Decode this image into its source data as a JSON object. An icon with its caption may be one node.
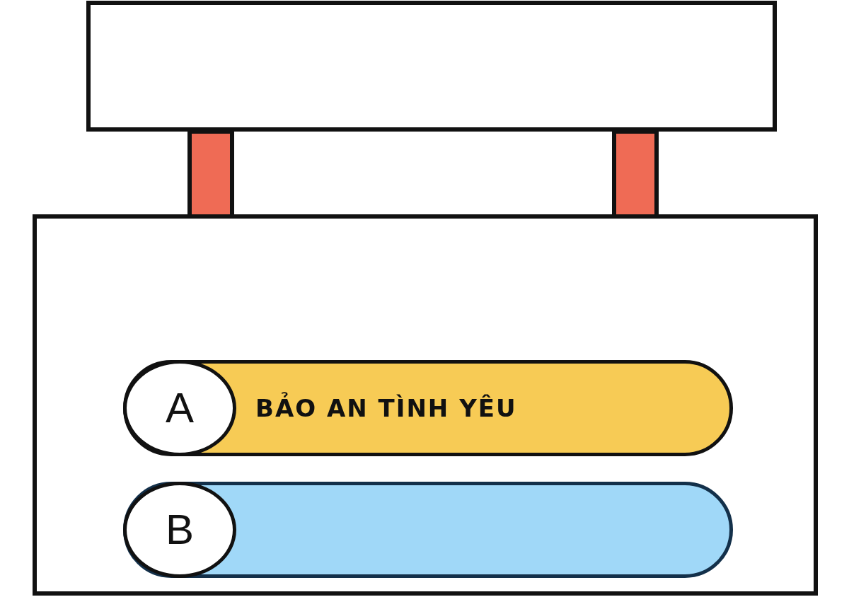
{
  "diagram": {
    "nodes": [
      {
        "text": [],
        "shape": "box"
      },
      {
        "text": [],
        "shape": "box"
      },
      {
        "text": [
          "BẢO AN TÌNH YÊU"
        ],
        "in": 1
      },
      {
        "text": [
          "A"
        ],
        "in": 2
      },
      {
        "text": [],
        "shape": "bar",
        "in": 1
      },
      {
        "text": [
          "B"
        ],
        "in": 4
      }
    ],
    "edges": [
      {
        "from": 0,
        "to": 1,
        "arrow": "none",
        "style": "thick"
      },
      {
        "from": 0,
        "to": 1,
        "arrow": "none",
        "style": "thick"
      }
    ]
  }
}
